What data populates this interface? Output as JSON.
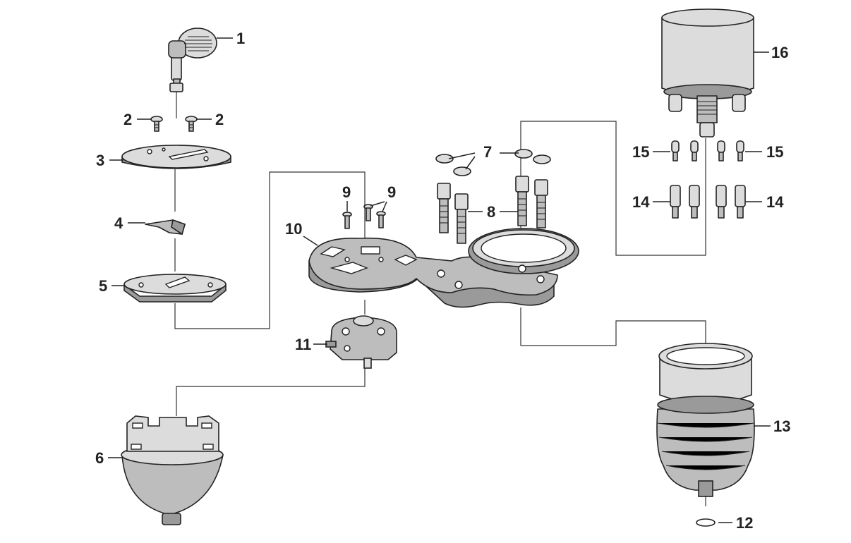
{
  "callouts": {
    "c1": "1",
    "c2a": "2",
    "c2b": "2",
    "c3": "3",
    "c4": "4",
    "c5": "5",
    "c6": "6",
    "c7": "7",
    "c8": "8",
    "c9a": "9",
    "c9b": "9",
    "c10": "10",
    "c11": "11",
    "c12": "12",
    "c13": "13",
    "c14a": "14",
    "c14b": "14",
    "c15a": "15",
    "c15b": "15",
    "c16": "16"
  }
}
